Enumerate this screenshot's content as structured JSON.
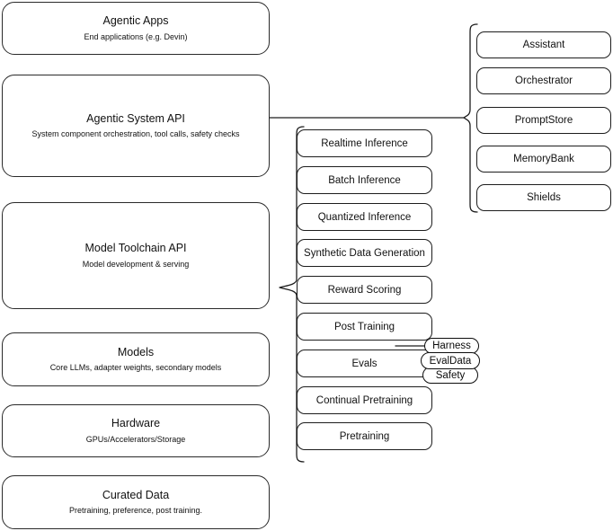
{
  "diagram": {
    "title": "AI Stack Layers Architecture Diagram",
    "stroke_color": "#1d1d1d",
    "background_color": "#ffffff",
    "layers": [
      {
        "title": "Agentic Apps",
        "subtitle": "End applications (e.g. Devin)"
      },
      {
        "title": "Agentic System API",
        "subtitle": "System component orchestration, tool calls, safety checks"
      },
      {
        "title": "Model Toolchain API",
        "subtitle": "Model development & serving"
      },
      {
        "title": "Models",
        "subtitle": "Core LLMs, adapter weights, secondary models"
      },
      {
        "title": "Hardware",
        "subtitle": "GPUs/Accelerators/Storage"
      },
      {
        "title": "Curated Data",
        "subtitle": "Pretraining, preference, post training."
      }
    ],
    "toolchain_components": [
      {
        "label": "Realtime Inference"
      },
      {
        "label": "Batch Inference"
      },
      {
        "label": "Quantized Inference"
      },
      {
        "label": "Synthetic Data Generation"
      },
      {
        "label": "Reward Scoring"
      },
      {
        "label": "Post Training"
      },
      {
        "label": "Evals"
      },
      {
        "label": "Continual Pretraining"
      },
      {
        "label": "Pretraining"
      }
    ],
    "evals_subcomponents": [
      {
        "label": "Harness"
      },
      {
        "label": "EvalData"
      },
      {
        "label": "Safety"
      }
    ],
    "agentic_system_components": [
      {
        "label": "Assistant"
      },
      {
        "label": "Orchestrator"
      },
      {
        "label": "PromptStore"
      },
      {
        "label": "MemoryBank"
      },
      {
        "label": "Shields"
      }
    ]
  }
}
